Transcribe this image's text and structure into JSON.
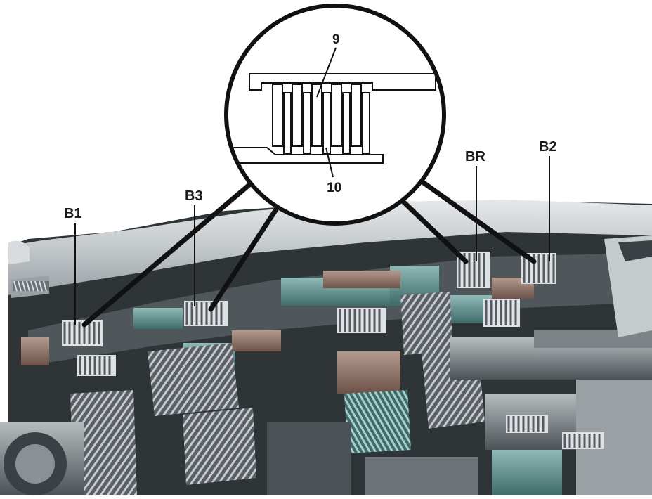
{
  "labels": {
    "b1": "B1",
    "b3": "B3",
    "br": "BR",
    "b2": "B2",
    "n9": "9",
    "n10": "10"
  },
  "colors": {
    "housing": "#c9cdd0",
    "housing_dark": "#8e9498",
    "teal": "#5e8f8c",
    "brown": "#8a6f63",
    "steel": "#6d7378",
    "shadow": "#2b2f33",
    "leader": "#111111"
  }
}
